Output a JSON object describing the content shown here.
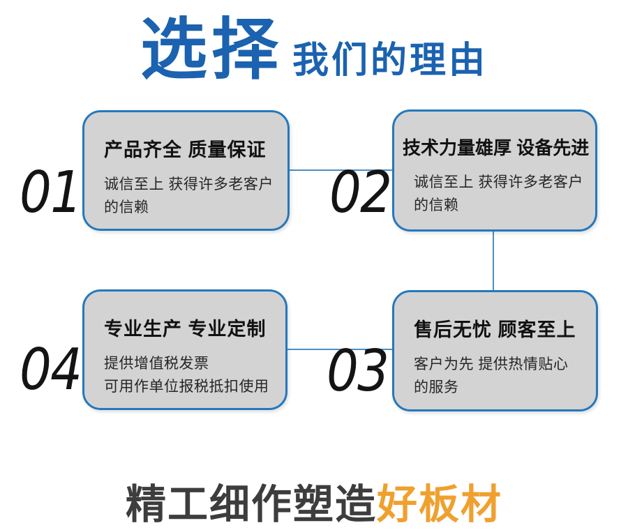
{
  "header": {
    "title_accent": "选择",
    "title_rest": "我们的理由"
  },
  "cards": [
    {
      "number": "01",
      "title": "产品齐全 质量保证",
      "desc": "诚信至上 获得许多老客户的信赖"
    },
    {
      "number": "02",
      "title": "技术力量雄厚 设备先进",
      "desc": "诚信至上 获得许多老客户的信赖"
    },
    {
      "number": "03",
      "title": "售后无忧 顾客至上",
      "desc": "客户为先 提供热情贴心的服务"
    },
    {
      "number": "04",
      "title": "专业生产 专业定制",
      "desc": "提供增值税发票\n可用作单位报税抵扣使用"
    }
  ],
  "footer": {
    "text_dark": "精工细作塑造",
    "text_accent": "好板材"
  },
  "colors": {
    "title_blue": "#1b62b0",
    "card_border_blue": "#2478bd",
    "connector_blue": "#4a8fc5",
    "card_background": "#d3d3d3",
    "footer_dark": "#3d3d3d",
    "footer_orange": "#efa02f"
  }
}
